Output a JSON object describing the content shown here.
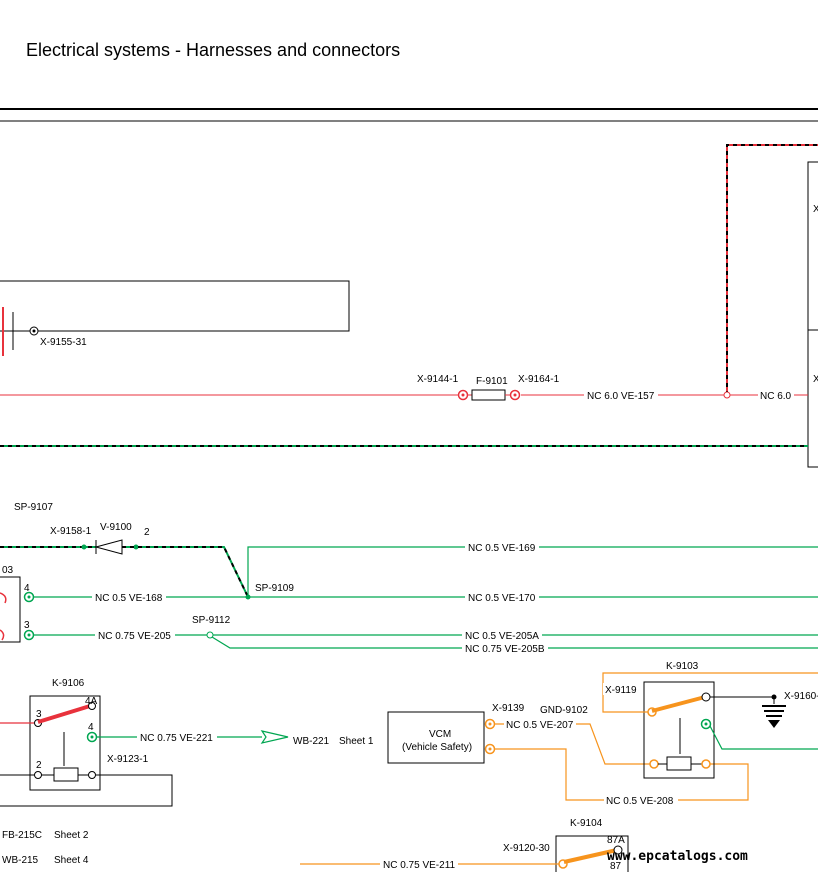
{
  "page": {
    "title": "Electrical systems - Harnesses and connectors"
  },
  "colors": {
    "red": "#e8323c",
    "green": "#00a651",
    "orange": "#f7941d",
    "black": "#000000"
  },
  "labels": {
    "x9155": "X-9155-31",
    "x9144": "X-9144-1",
    "f9101": "F-9101",
    "x9164": "X-9164-1",
    "w157": "NC 6.0 VE-157",
    "w60": "NC 6.0",
    "edge_x1": "X",
    "edge_x2": "X",
    "sp9107": "SP-9107",
    "x9158": "X-9158-1",
    "v9100": "V-9100",
    "pin2_diode": "2",
    "w169": "NC 0.5 VE-169",
    "k03": "03",
    "pin4a": "4",
    "pin3a": "3",
    "w168": "NC 0.5 VE-168",
    "sp9109": "SP-9109",
    "w170": "NC 0.5 VE-170",
    "w205": "NC 0.75 VE-205",
    "sp9112": "SP-9112",
    "w205a": "NC 0.5 VE-205A",
    "w205b": "NC 0.75 VE-205B",
    "k9106": "K-9106",
    "k9106_4a": "4A",
    "k9106_3": "3",
    "k9106_4": "4",
    "k9106_2": "2",
    "w221": "NC 0.75 VE-221",
    "wb221": "WB-221",
    "sheet1": "Sheet 1",
    "x9123": "X-9123-1",
    "fb215c": "FB-215C",
    "sheet2": "Sheet 2",
    "wb215": "WB-215",
    "sheet4": "Sheet 4",
    "vcm": "VCM",
    "vcm_sub": "(Vehicle Safety)",
    "x9139": "X-9139",
    "gnd9102": "GND-9102",
    "w207": "NC 0.5 VE-207",
    "w208": "NC 0.5 VE-208",
    "k9103": "K-9103",
    "x9119": "X-9119",
    "x9160": "X-9160-",
    "k9104": "K-9104",
    "x9120": "X-9120-30",
    "k9104_87a": "87A",
    "k9104_87": "87",
    "w211": "NC 0.75 VE-211",
    "watermark": "www.epcatalogs.com"
  }
}
